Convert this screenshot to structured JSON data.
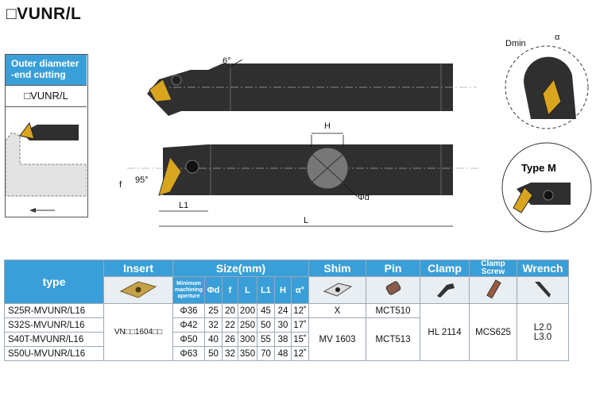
{
  "title": "□VUNR/L",
  "side_panel": {
    "heading_line1": "Outer diameter",
    "heading_line2": "-end cutting",
    "code": "□VUNR/L"
  },
  "drawing": {
    "angle_top": "6°",
    "angle_side": "95°",
    "label_H": "H",
    "label_phid": "Φd",
    "label_L1": "L1",
    "label_L": "L",
    "label_f": "f",
    "label_dmin": "Dmin",
    "label_alpha": "α",
    "label_typeM": "Type M"
  },
  "table": {
    "headers": {
      "type": "type",
      "insert": "Insert",
      "size": "Size(mm)",
      "shim": "Shim",
      "pin": "Pin",
      "clamp": "Clamp",
      "clamp_screw_line1": "Clamp",
      "clamp_screw_line2": "Screw",
      "wrench": "Wrench"
    },
    "size_cols": {
      "min_line1": "Minimum",
      "min_line2": "machining",
      "min_line3": "aperture",
      "phid": "Φd",
      "f": "f",
      "L": "L",
      "L1": "L1",
      "H": "H",
      "alpha": "α°"
    },
    "insert_value": "VN□□1604□□",
    "clamp_value": "HL 2114",
    "clamp_screw_value": "MCS625",
    "wrench_value_1": "L2.0",
    "wrench_value_2": "L3.0",
    "shim_value_1": "X",
    "shim_value_2": "MV 1603",
    "pin_value_1": "MCT510",
    "pin_value_2": "MCT513",
    "rows": [
      {
        "model": "S25R-MVUNR/L16",
        "min": "Φ36",
        "phid": "25",
        "f": "20",
        "L": "200",
        "L1": "45",
        "H": "24",
        "alpha": "12˚"
      },
      {
        "model": "S32S-MVUNR/L16",
        "min": "Φ42",
        "phid": "32",
        "f": "22",
        "L": "250",
        "L1": "50",
        "H": "30",
        "alpha": "17˚"
      },
      {
        "model": "S40T-MVUNR/L16",
        "min": "Φ50",
        "phid": "40",
        "f": "26",
        "L": "300",
        "L1": "55",
        "H": "38",
        "alpha": "15˚"
      },
      {
        "model": "S50U-MVUNR/L16",
        "min": "Φ63",
        "phid": "50",
        "f": "32",
        "L": "350",
        "L1": "70",
        "H": "48",
        "alpha": "12˚"
      }
    ]
  }
}
